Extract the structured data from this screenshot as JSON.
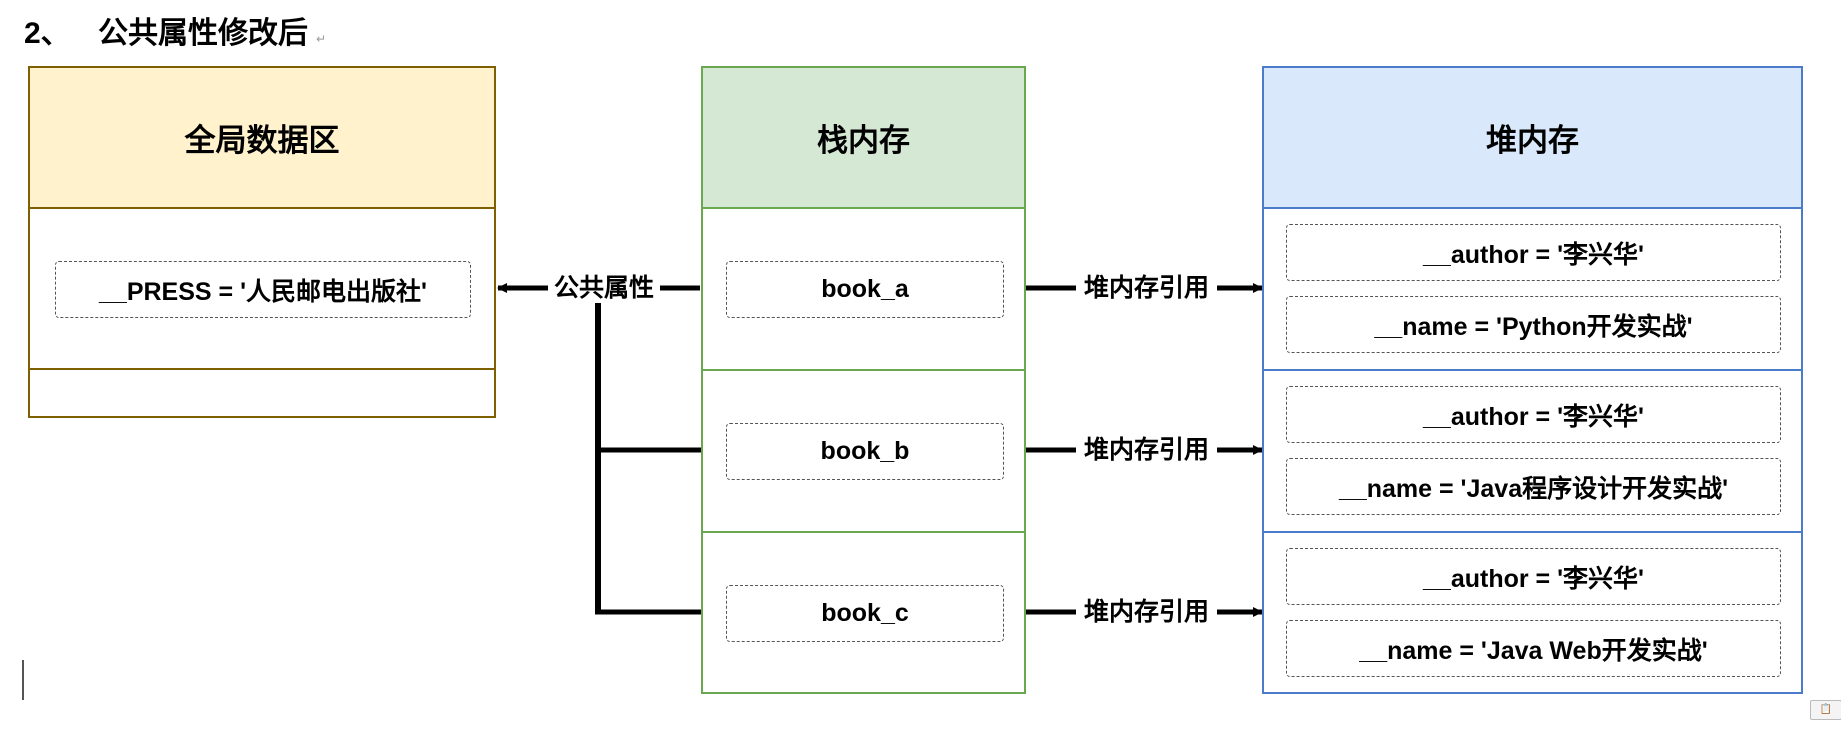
{
  "heading": {
    "number": "2、",
    "title": "公共属性修改后"
  },
  "global_area": {
    "title": "全局数据区",
    "press_value": "__PRESS = '人民邮电出版社'"
  },
  "stack": {
    "title": "栈内存",
    "refs": [
      "book_a",
      "book_b",
      "book_c"
    ]
  },
  "heap": {
    "title": "堆内存",
    "objects": [
      {
        "author": "__author = '李兴华'",
        "name": "__name = 'Python开发实战'"
      },
      {
        "author": "__author = '李兴华'",
        "name": "__name = 'Java程序设计开发实战'"
      },
      {
        "author": "__author = '李兴华'",
        "name": "__name = 'Java Web开发实战'"
      }
    ]
  },
  "labels": {
    "common_attr": "公共属性",
    "heap_ref": "堆内存引用"
  },
  "colors": {
    "global_fill": "#fff2cc",
    "global_border": "#7f6000",
    "stack_fill": "#d5e8d4",
    "stack_border": "#6aa84f",
    "heap_fill": "#dae8fc",
    "heap_border": "#4a7cc9"
  },
  "paste_icon": "clipboard-icon"
}
